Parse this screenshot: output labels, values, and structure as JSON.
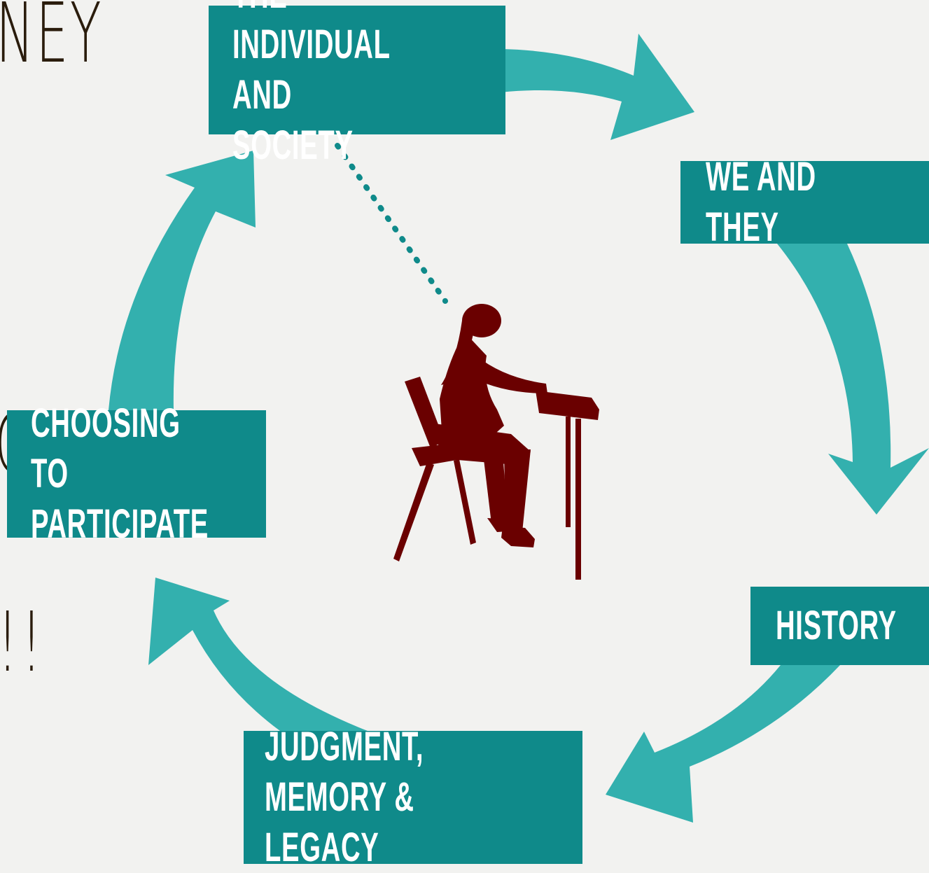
{
  "background_text": {
    "title_fragment": "NEY",
    "partial_fragment": "G",
    "exclaim_fragment": "!!"
  },
  "cycle": {
    "steps": [
      {
        "id": "individual",
        "label": "THE INDIVIDUAL\nAND SOCIETY"
      },
      {
        "id": "we-they",
        "label": "WE AND THEY"
      },
      {
        "id": "history",
        "label": "HISTORY"
      },
      {
        "id": "judgment",
        "label": "JUDGMENT,\nMEMORY & LEGACY"
      },
      {
        "id": "choosing",
        "label": "CHOOSING TO\nPARTICIPATE"
      }
    ],
    "center_icon": "student-at-desk-icon",
    "colors": {
      "box": "#0f8a8a",
      "arrow": "#33b0ae",
      "student": "#6a0000",
      "dotted_line": "#0f8a8a",
      "background": "#f2f2f0",
      "background_text": "#2a1c0c"
    }
  }
}
